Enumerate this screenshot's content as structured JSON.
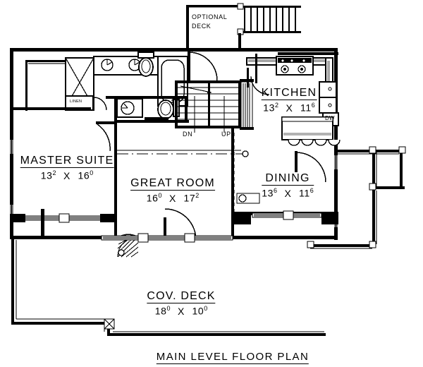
{
  "plan": {
    "title": "MAIN LEVEL FLOOR PLAN",
    "sheet_type": "architectural-floor-plan",
    "colors": {
      "line": "#000000",
      "background": "#ffffff",
      "hatch": "#000000"
    }
  },
  "rooms": [
    {
      "id": "master-suite",
      "name": "MASTER SUITE",
      "width": "13",
      "width_sup": "2",
      "x_sep": "X",
      "depth": "16",
      "depth_sup": "0"
    },
    {
      "id": "great-room",
      "name": "GREAT ROOM",
      "width": "16",
      "width_sup": "0",
      "x_sep": "X",
      "depth": "17",
      "depth_sup": "2"
    },
    {
      "id": "dining",
      "name": "DINING",
      "width": "13",
      "width_sup": "6",
      "x_sep": "X",
      "depth": "11",
      "depth_sup": "6"
    },
    {
      "id": "kitchen",
      "name": "KITCHEN",
      "width": "13",
      "width_sup": "2",
      "x_sep": "X",
      "depth": "11",
      "depth_sup": "6"
    },
    {
      "id": "cov-deck",
      "name": "COV. DECK",
      "width": "18",
      "width_sup": "0",
      "x_sep": "X",
      "depth": "10",
      "depth_sup": "0"
    }
  ],
  "annotations": {
    "optional_deck_line1": "OPTIONAL",
    "optional_deck_line2": "DECK",
    "stair_down": "DN",
    "stair_up": "UP",
    "linen_closet": "LINEN",
    "dishwasher": "DW"
  },
  "fixtures": [
    {
      "name": "shower-stall",
      "room": "master-bath"
    },
    {
      "name": "walk-in-closet",
      "room": "master-suite"
    },
    {
      "name": "double-vanity",
      "room": "master-bath"
    },
    {
      "name": "toilet",
      "room": "master-bath"
    },
    {
      "name": "bathtub",
      "room": "master-bath"
    },
    {
      "name": "powder-sink",
      "room": "half-bath"
    },
    {
      "name": "powder-toilet",
      "room": "half-bath"
    },
    {
      "name": "cooktop",
      "room": "kitchen"
    },
    {
      "name": "refrigerator",
      "room": "kitchen"
    },
    {
      "name": "dishwasher",
      "room": "kitchen"
    },
    {
      "name": "kitchen-island",
      "room": "kitchen"
    },
    {
      "name": "bar-stools",
      "room": "kitchen",
      "count": 4
    },
    {
      "name": "corner-fireplace",
      "room": "great-room"
    },
    {
      "name": "staircase",
      "room": "hall"
    }
  ]
}
